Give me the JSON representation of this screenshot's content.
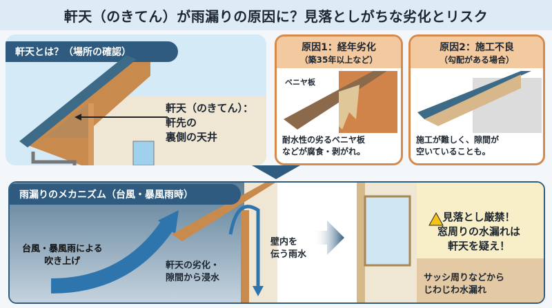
{
  "title": "軒天（のきてん）が雨漏りの原因に？見落としがちな劣化とリスク",
  "location_panel": {
    "label": "軒天とは？（場所の確認）",
    "callout_line1": "軒天（のきてん）：",
    "callout_line2": "軒先の",
    "callout_line3": "裏側の天井"
  },
  "cause1": {
    "title": "原因1：経年劣化",
    "subtitle": "（築35年以上など）",
    "tag": "ベニヤ板",
    "text_line1": "耐水性の劣るベニヤ板",
    "text_line2": "などが腐食・剥がれ。"
  },
  "cause2": {
    "title": "原因2：施工不良",
    "subtitle": "（勾配がある場合）",
    "text_line1": "施工が難しく、隙間が",
    "text_line2": "空いていることも。"
  },
  "mechanism": {
    "label": "雨漏りのメカニズム（台風・暴風雨時）",
    "wind_line1": "台風・暴風雨による",
    "wind_line2": "吹き上げ",
    "entry_line1": "軒天の劣化・",
    "entry_line2": "隙間から浸水",
    "wall_line1": "壁内を",
    "wall_line2": "伝う雨水",
    "warning_line1": "見落とし厳禁！",
    "warning_line2": "窓周りの水漏れは",
    "warning_line3": "軒天を疑え！",
    "leak_line1": "サッシ周りなどから",
    "leak_line2": "じわじわ水漏れ"
  },
  "colors": {
    "navy": "#2e5b7f",
    "orange": "#d58a4c",
    "light_blue": "#d5eaf7",
    "cream": "#f8efc8",
    "tan": "#e3c9a4"
  }
}
